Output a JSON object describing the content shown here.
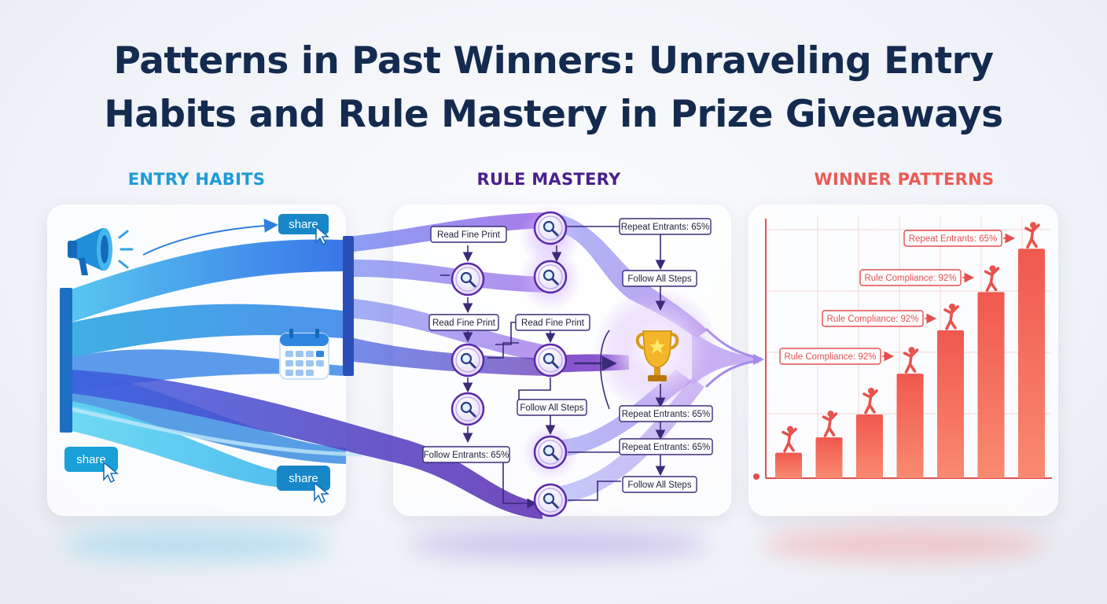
{
  "title": {
    "line1": "Patterns in Past Winners: Unraveling Entry",
    "line2": "Habits and Rule Mastery in Prize Giveaways"
  },
  "columns": {
    "entry_habits": "ENTRY HABITS",
    "rule_mastery": "RULE MASTERY",
    "winner_patterns": "WINNER PATTERNS"
  },
  "entry_panel": {
    "share_buttons": [
      "share",
      "share",
      "share"
    ],
    "icons": [
      "megaphone-icon",
      "calendar-icon",
      "cursor-icon"
    ]
  },
  "rule_panel": {
    "labels": [
      "Read Fine Print",
      "Read Fine Print",
      "Read Fine Print",
      "Follow All Steps",
      "Follow Entrants: 65%",
      "Repeat Entrants: 65%",
      "Follow All Steps",
      "Repeat Entrants: 65%",
      "Repeat Entrants: 65%",
      "Follow All Steps"
    ],
    "icons": [
      "magnifier-icon",
      "trophy-icon"
    ]
  },
  "winner_panel": {
    "pills": [
      "Repeat Entrants: 65%",
      "Rule Compliance: 92%",
      "Rule Compliance: 92%",
      "Rule Compliance: 92%"
    ],
    "bar_values": [
      1,
      1.6,
      2.5,
      4.1,
      5.8,
      7.3,
      9.0
    ],
    "icons": [
      "climber-icon"
    ]
  },
  "colors": {
    "title": "#142a4f",
    "entry": "#1e9bd7",
    "rule": "#5b2aa6",
    "winner": "#ea5b55",
    "bar": "#f26a5e"
  }
}
